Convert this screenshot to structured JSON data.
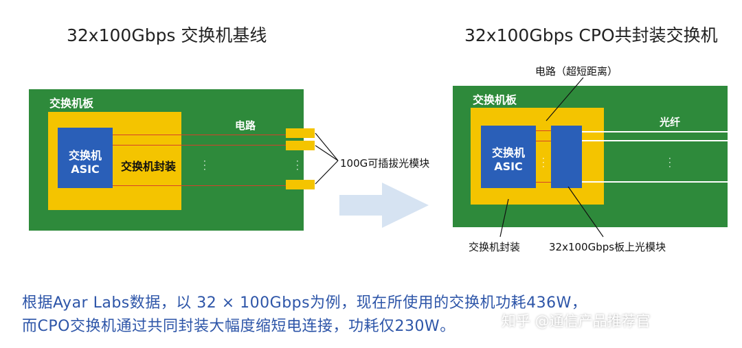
{
  "left": {
    "title": "32x100Gbps 交换机基线",
    "board_label": "交换机板",
    "asic_line1": "交换机",
    "asic_line2": "ASIC",
    "package_label": "交换机封装",
    "circuit_label": "电路",
    "module_label": "100G可插拔光模块"
  },
  "right": {
    "title": "32x100Gbps CPO共封装交换机",
    "board_label": "交换机板",
    "asic_line1": "交换机",
    "asic_line2": "ASIC",
    "fiber_label": "光纤",
    "circuit_label": "电路（超短距离）",
    "package_label": "交换机封装",
    "module_label": "32x100Gbps板上光模块"
  },
  "caption": {
    "line1": "根据Ayar Labs数据，以 32 × 100Gbps为例，现在所使用的交换机功耗436W，",
    "line2": "而CPO交换机通过共同封装大幅度缩短电连接，功耗仅230W。"
  },
  "watermark": "知乎 @通信产品推荐官",
  "colors": {
    "board": "#2e8a3b",
    "package": "#f4c400",
    "asic": "#2a5fb8",
    "caption_text": "#2d55a8",
    "arrow": "#d6e3f2"
  }
}
